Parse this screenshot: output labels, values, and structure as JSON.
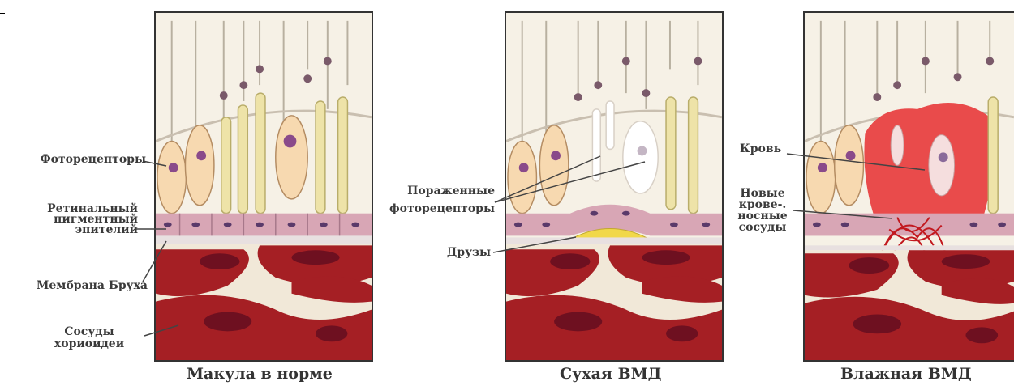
{
  "labels": {
    "photoreceptors": "Фоторецепторы",
    "rpe_line1": "Ретинальный",
    "rpe_line2": "пигментный",
    "rpe_line3": "эпителий",
    "bruch": "Мембрана Бруха",
    "choroid_line1": "Сосуды",
    "choroid_line2": "хориоидеи",
    "damaged_line1": "Пораженные",
    "damaged_line2": "фоторецепторы",
    "drusen": "Друзы",
    "blood": "Кровь",
    "newvessels_line1": "Новые",
    "newvessels_line2": "крове-.",
    "newvessels_line3": "носные",
    "newvessels_line4": "сосуды"
  },
  "captions": {
    "normal": "Макула в норме",
    "dry": "Сухая ВМД",
    "wet": "Влажная ВМД"
  },
  "colors": {
    "retina": "#f4efe4",
    "cell": "#f7d9b0",
    "rod": "#eee3a8",
    "rpe": "#d8a6b5",
    "vessel": "#a51f24",
    "drusen": "#f1d84a",
    "blood": "#e94b4b"
  }
}
